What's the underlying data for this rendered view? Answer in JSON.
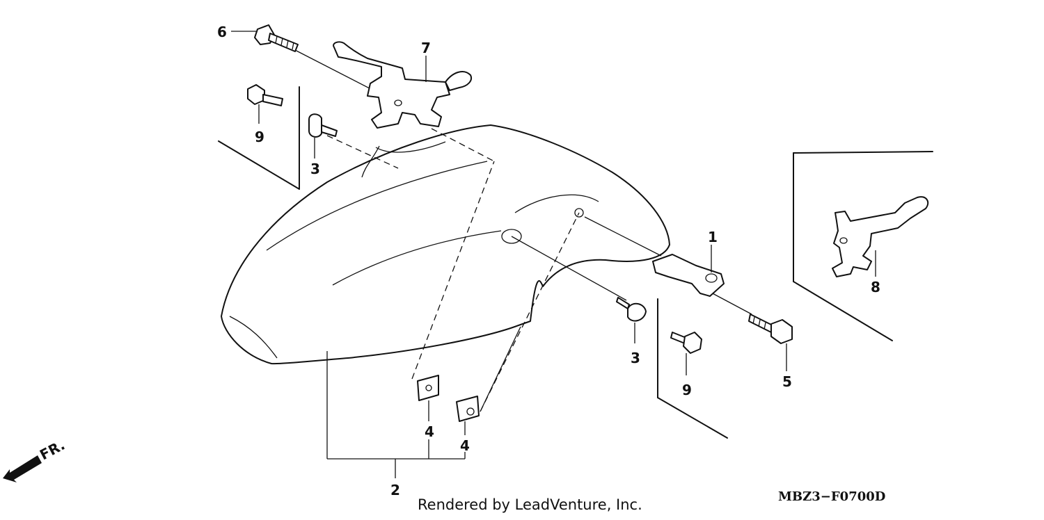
{
  "callouts": {
    "c1": "1",
    "c2": "2",
    "c3a": "3",
    "c3b": "3",
    "c4a": "4",
    "c4b": "4",
    "c5": "5",
    "c6": "6",
    "c7": "7",
    "c8": "8",
    "c9a": "9",
    "c9b": "9"
  },
  "direction_label": "FR.",
  "credit": "Rendered by LeadVenture, Inc.",
  "diagram_code": "MBZ3−F0700D"
}
